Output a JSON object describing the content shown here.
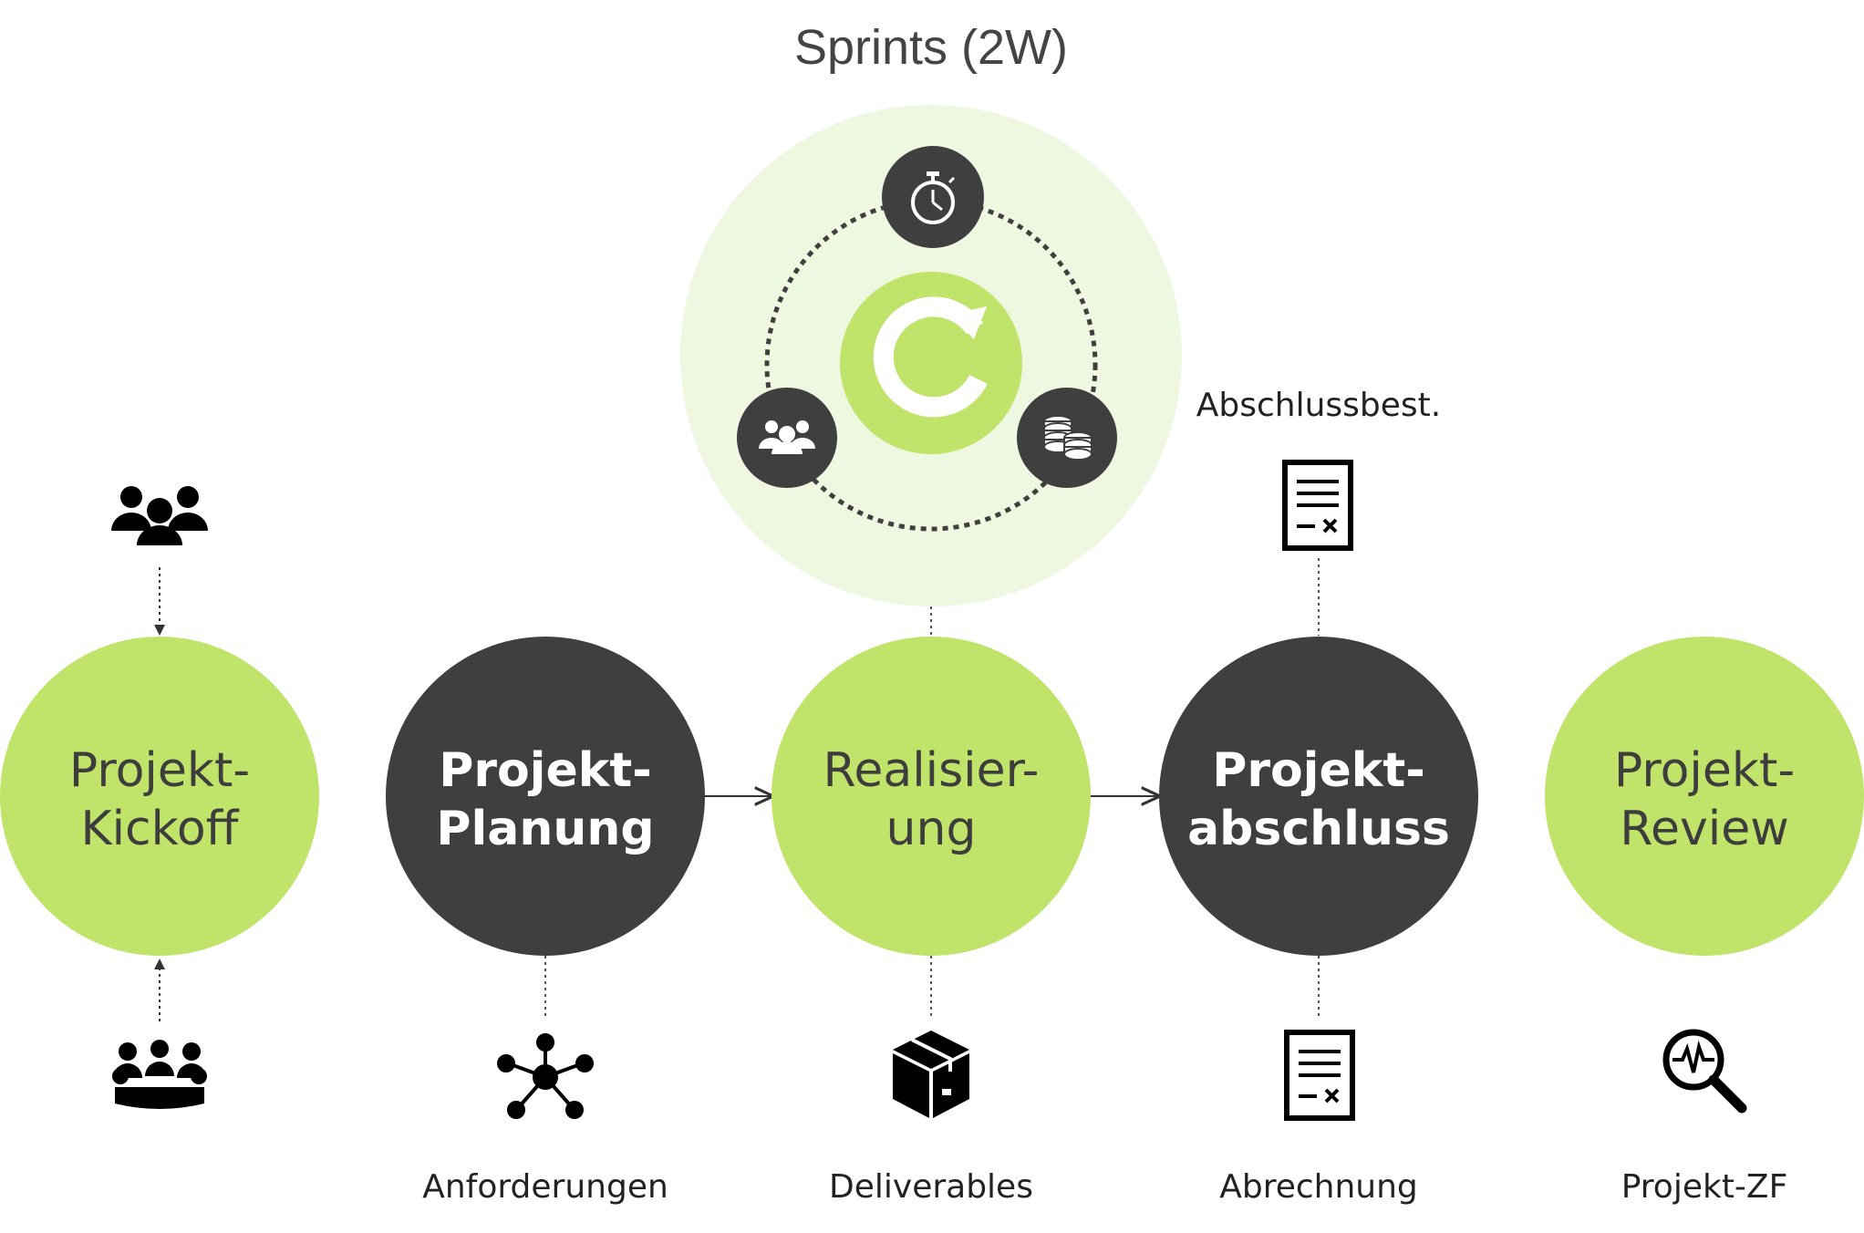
{
  "title": "Sprints (2W)",
  "colors": {
    "green": "#c0e36a",
    "dark": "#3f3f3f",
    "halo": "#eef7df",
    "icon": "#000000"
  },
  "nodes": [
    {
      "line1": "Projekt-",
      "line2": "Kickoff",
      "style": "light"
    },
    {
      "line1": "Projekt-",
      "line2": "Planung",
      "style": "dark"
    },
    {
      "line1": "Realisier-",
      "line2": "ung",
      "style": "light"
    },
    {
      "line1": "Projekt-",
      "line2": "abschluss",
      "style": "dark"
    },
    {
      "line1": "Projekt-",
      "line2": "Review",
      "style": "light"
    }
  ],
  "captions": {
    "abschlussbest": "Abschlussbest.",
    "anforderungen": "Anforderungen",
    "deliverables": "Deliverables",
    "abrechnung": "Abrechnung",
    "projekt_zf": "Projekt-ZF"
  },
  "icons": {
    "kickoff_top": "team-icon",
    "kickoff_bottom": "meeting-icon",
    "planung": "network-icon",
    "realisierung": "package-icon",
    "abschluss_top": "contract-icon",
    "abschluss_bottom": "contract-icon",
    "review": "analysis-icon",
    "sprint_center": "refresh-icon",
    "sprint_top": "stopwatch-icon",
    "sprint_left": "people-icon",
    "sprint_right": "coins-icon"
  }
}
